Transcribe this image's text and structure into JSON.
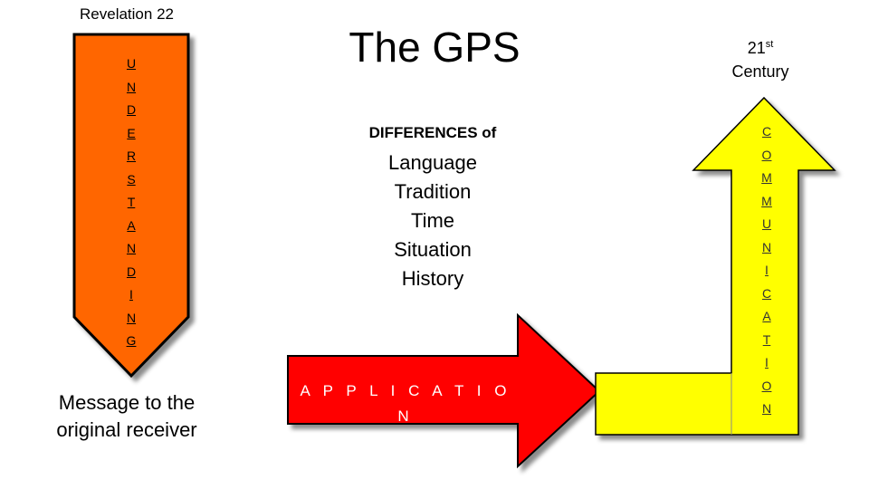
{
  "slide": {
    "title": "The GPS",
    "source_label": "Revelation 22",
    "target_label": {
      "number": "21",
      "suffix": "st",
      "line2": "Century"
    },
    "receiver_label_line1": "Message to the",
    "receiver_label_line2": "original receiver",
    "differences": {
      "heading": "DIFFERENCES of",
      "items": [
        "Language",
        "Tradition",
        "Time",
        "Situation",
        "History"
      ]
    },
    "understanding_letters": [
      "U",
      "N",
      "D",
      "E",
      "R",
      "S",
      "T",
      "A",
      "N",
      "D",
      "I",
      "N",
      "G"
    ],
    "communication_letters": [
      "C",
      "O",
      "M",
      "M",
      "U",
      "N",
      "I",
      "C",
      "A",
      "T",
      "I",
      "O",
      "N"
    ],
    "application_text": "A P P L I C A T I O N"
  },
  "colors": {
    "understanding_arrow": "#ff6600",
    "application_arrow": "#ff0000",
    "communication_arrow": "#ffff00",
    "outline": "#000000"
  },
  "icons": [
    "down-arrow-shape",
    "right-arrow-shape",
    "bent-up-arrow-shape"
  ]
}
